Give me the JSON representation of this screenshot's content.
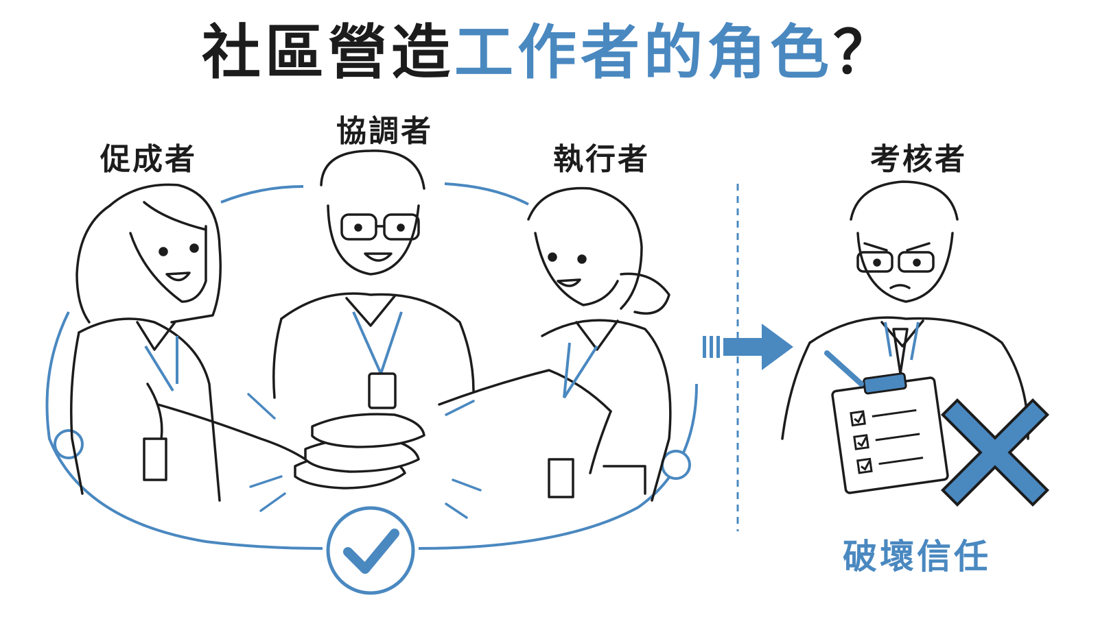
{
  "title": {
    "part_dark": "社區營造",
    "part_blue": "工作者的角色",
    "question_mark": "？"
  },
  "roles": {
    "promoter": "促成者",
    "coordinator": "協調者",
    "executor": "執行者",
    "auditor": "考核者"
  },
  "outcome": {
    "bad_label": "破壞信任"
  },
  "icons": {
    "approve": "check-circle-icon",
    "reject": "x-mark-icon",
    "transition": "arrow-right-icon",
    "document": "clipboard-checklist-icon"
  },
  "colors": {
    "accent": "#4a88c0",
    "ink": "#1c1c1c"
  }
}
